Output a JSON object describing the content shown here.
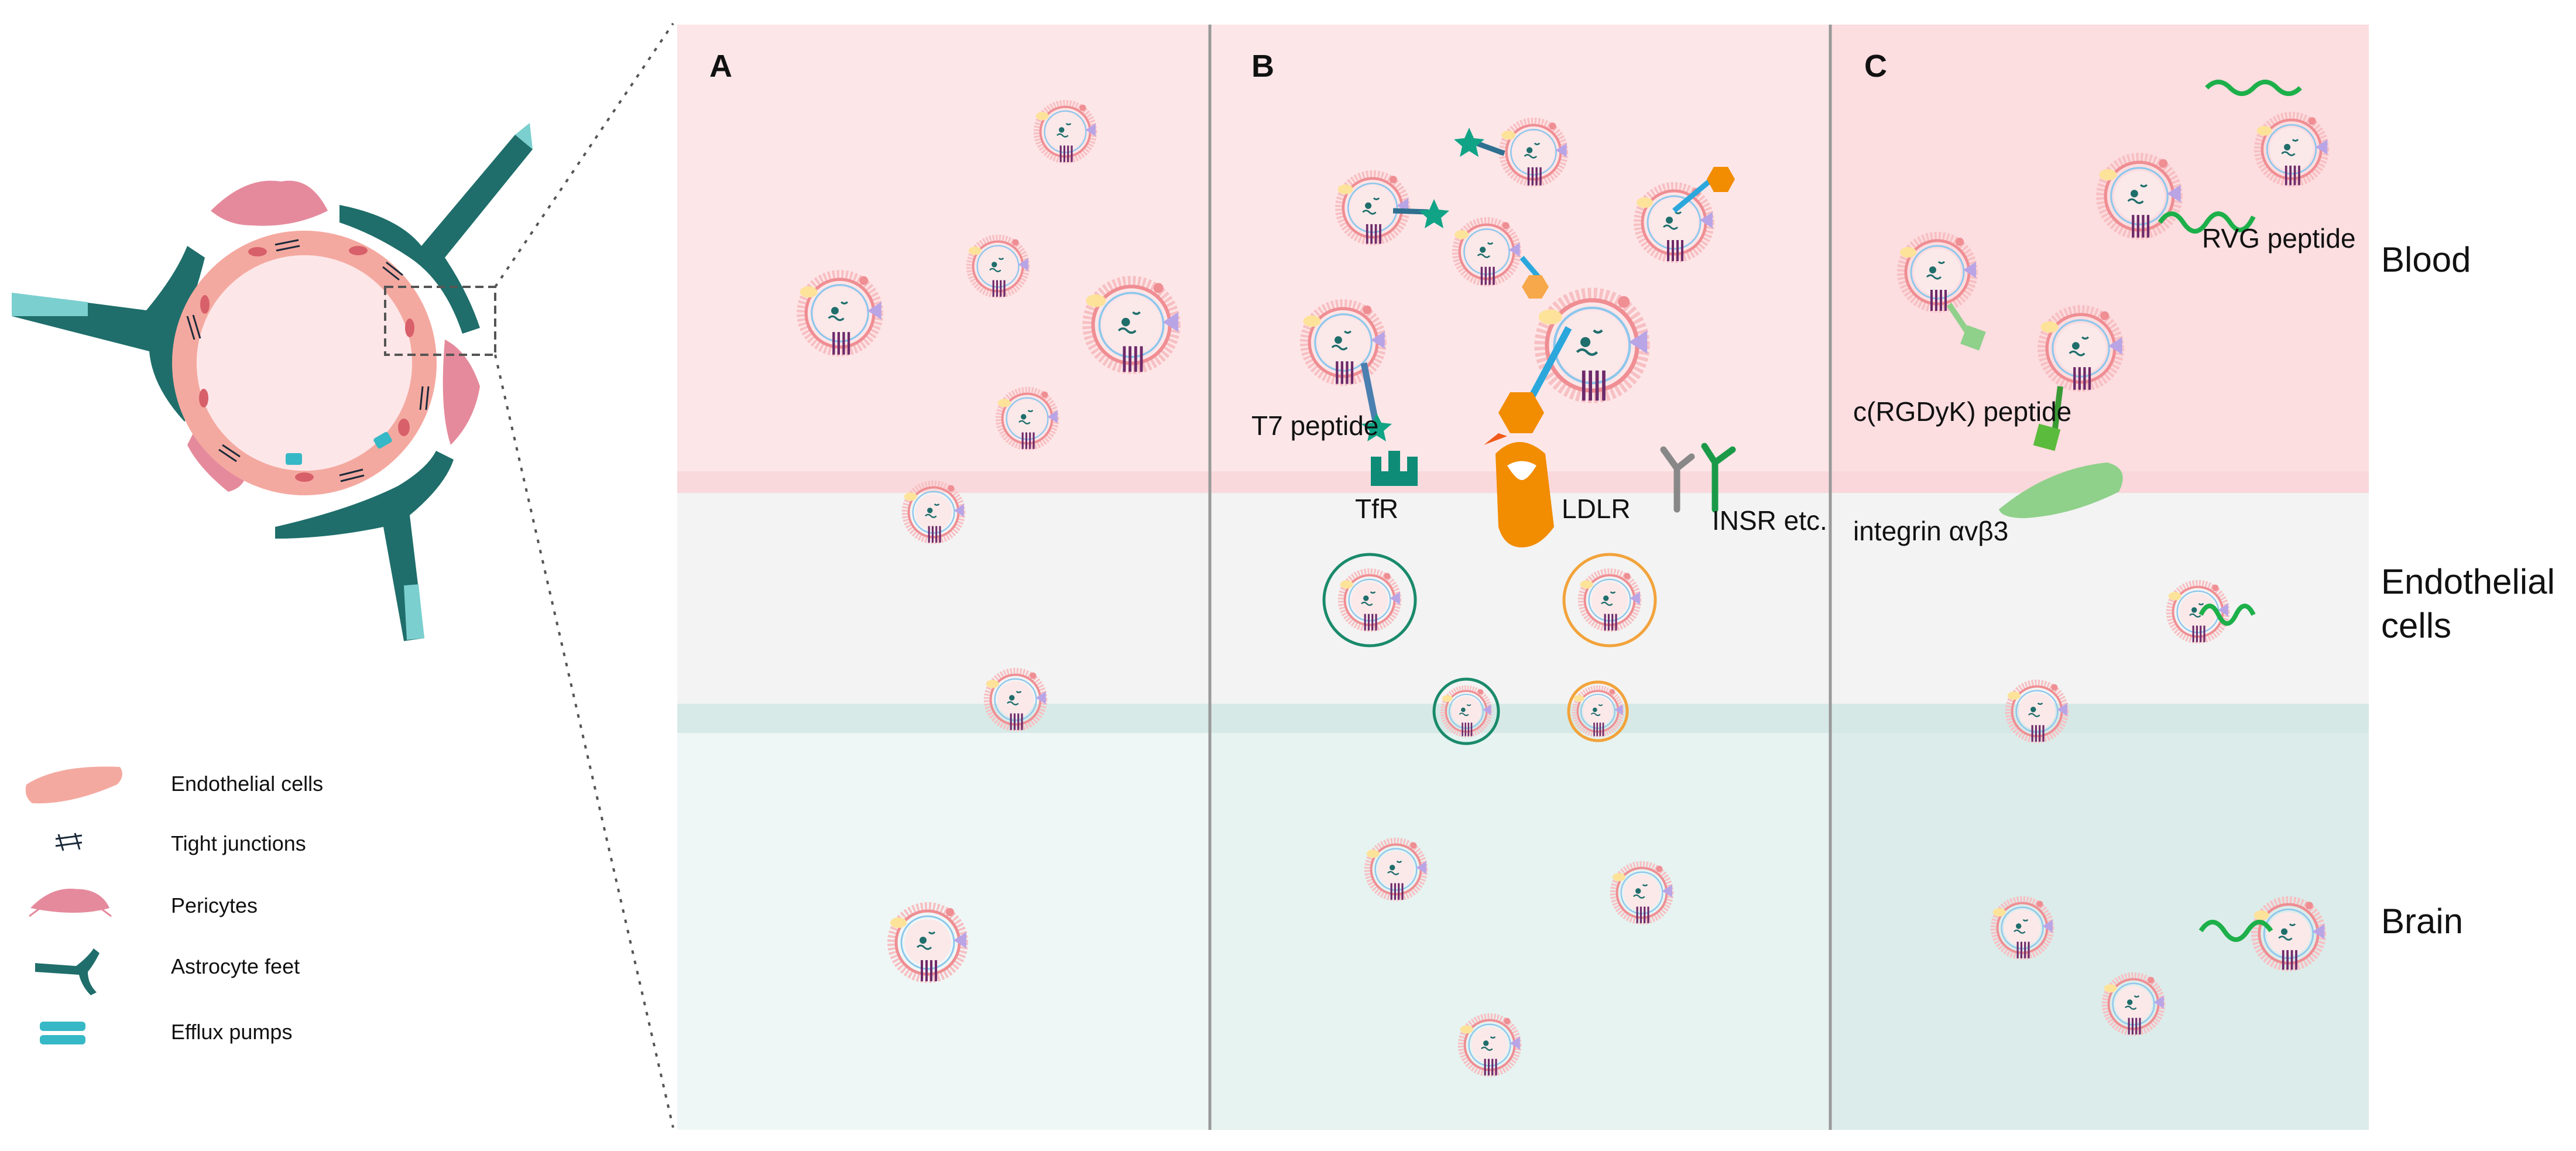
{
  "panels": {
    "a": {
      "letter": "A"
    },
    "b": {
      "letter": "B"
    },
    "c": {
      "letter": "C"
    }
  },
  "layers": {
    "blood": "Blood",
    "endothelial_line1": "Endothelial",
    "endothelial_line2": "cells",
    "brain": "Brain"
  },
  "labels": {
    "t7_peptide": "T7 peptide",
    "tfr": "TfR",
    "ldlr": "LDLR",
    "insr": "INSR etc.",
    "rvg_peptide": "RVG peptide",
    "rgdyk_peptide": "c(RGDyK) peptide",
    "integrin": "integrin αvβ3"
  },
  "legend": [
    {
      "label": "Endothelial cells",
      "icon": "endothelial-cell-icon"
    },
    {
      "label": "Tight junctions",
      "icon": "tight-junction-icon"
    },
    {
      "label": "Pericytes",
      "icon": "pericyte-icon"
    },
    {
      "label": "Astrocyte feet",
      "icon": "astrocyte-foot-icon"
    },
    {
      "label": "Efflux pumps",
      "icon": "efflux-pump-icon"
    }
  ],
  "colors": {
    "blood": "#fde6e8",
    "endothelial": "#f3f3f3",
    "brain": "#e6f3f1",
    "endothelial_cell": "#f4a9a0",
    "astrocyte": "#1f6e6b",
    "tfr": "#0e8c78",
    "ldlr": "#f28c00",
    "integrin": "#8fd08a",
    "peptide_green": "#1db04a"
  }
}
